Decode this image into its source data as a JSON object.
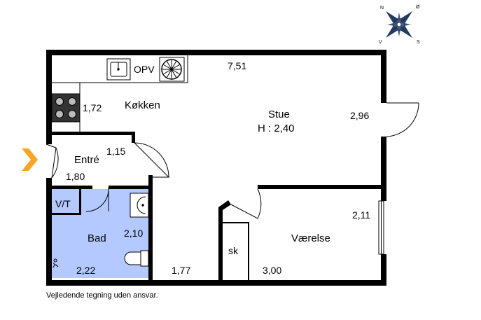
{
  "compass": {
    "n": "N",
    "o": "Ø",
    "s": "S",
    "v": "V"
  },
  "rooms": {
    "kitchen": {
      "name": "Køkken",
      "size": "1,72"
    },
    "living": {
      "name": "Stue",
      "height": "H : 2,40",
      "width": "7,51",
      "depth": "2,96"
    },
    "entry": {
      "name": "Entré",
      "size1": "1,15",
      "size2": "1,80"
    },
    "bath": {
      "name": "Bad",
      "size1": "2,10",
      "size2": "2,22"
    },
    "hall_size": "1,77",
    "bedroom": {
      "name": "Værelse",
      "size1": "2,11",
      "size2": "3,00"
    }
  },
  "fixtures": {
    "opv": "OPV",
    "vt": "V/T",
    "sk": "sk"
  },
  "colors": {
    "bath_fill": "#b3c9ff",
    "entrance_arrow": "#f5a623",
    "wall": "#000000"
  },
  "disclaimer": "Vejledende tegning uden ansvar."
}
